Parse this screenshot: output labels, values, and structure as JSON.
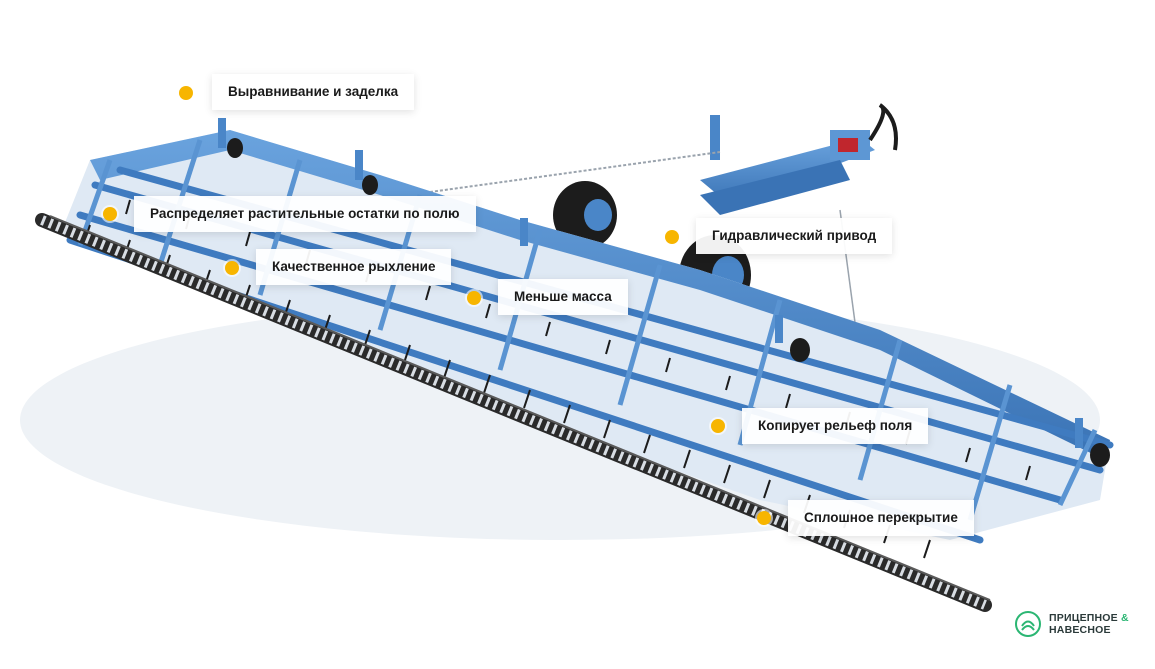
{
  "colors": {
    "frame": "#4a86c8",
    "frame_dark": "#2f5f9a",
    "hotspot": "#f7b500",
    "tire": "#1c1c1c",
    "accent_red": "#c0262d"
  },
  "features": [
    {
      "label": "Выравнивание и заделка"
    },
    {
      "label": "Распределяет растительные остатки по полю"
    },
    {
      "label": "Гидравлический привод"
    },
    {
      "label": "Качественное рыхление"
    },
    {
      "label": "Меньше масса"
    },
    {
      "label": "Копирует рельеф поля"
    },
    {
      "label": "Сплошное перекрытие"
    }
  ],
  "logo": {
    "line1": "ПРИЦЕПНОЕ",
    "amp": "&",
    "line2": "НАВЕСНОЕ",
    "icon": "leaf-circle-icon"
  }
}
